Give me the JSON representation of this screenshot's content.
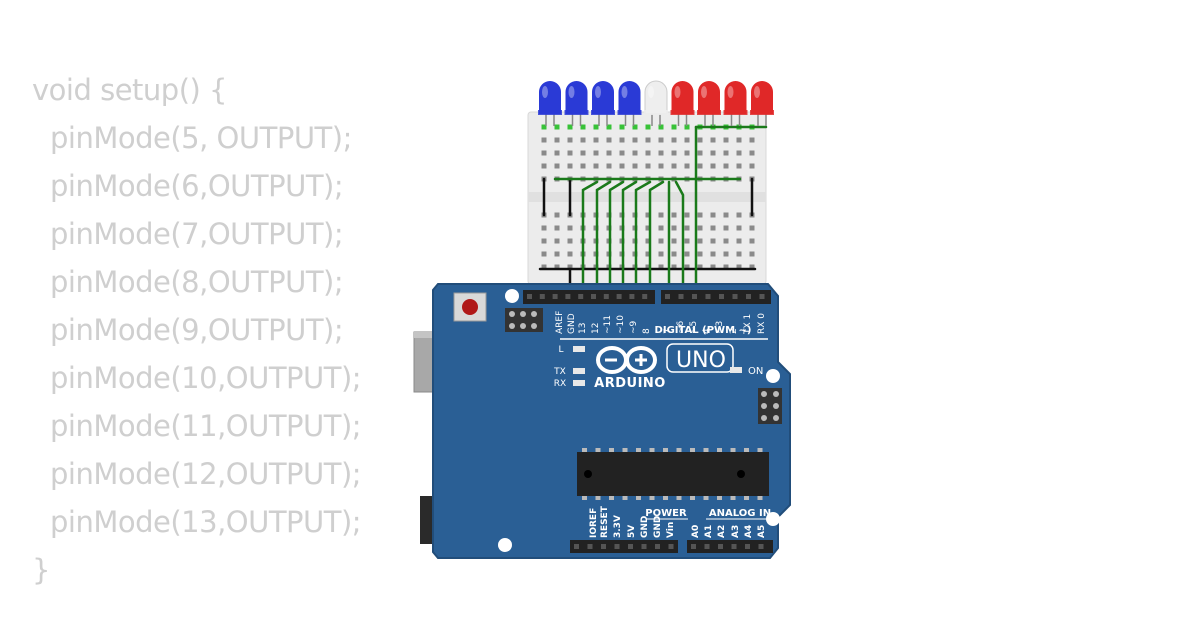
{
  "code": {
    "lines": [
      "void setup() {",
      "pinMode(5, OUTPUT);",
      "pinMode(6,OUTPUT);",
      "pinMode(7,OUTPUT);",
      "pinMode(8,OUTPUT);",
      "pinMode(9,OUTPUT);",
      "pinMode(10,OUTPUT);",
      "pinMode(11,OUTPUT);",
      "pinMode(12,OUTPUT);",
      "pinMode(13,OUTPUT);",
      "}"
    ]
  },
  "leds": {
    "colors": [
      "blue",
      "blue",
      "blue",
      "blue",
      "white",
      "red",
      "red",
      "red",
      "red"
    ]
  },
  "palette": {
    "blue": "#2a3ad6",
    "white": "#eeeeee",
    "red": "#e02828",
    "board": "#2a5f95",
    "wire": "#1a7a1a",
    "breadboard": "#ececec"
  },
  "board": {
    "logo": "ARDUINO",
    "model": "UNO",
    "digital_label": "DIGITAL (PWM ~)",
    "power_label": "POWER",
    "analog_label": "ANALOG IN",
    "on_label": "ON",
    "led_l": "L",
    "tx": "TX",
    "rx": "RX",
    "top_pins": [
      "AREF",
      "GND",
      "13",
      "12",
      "~11",
      "~10",
      "~9",
      "8",
      "7",
      "~6",
      "~5",
      "4",
      "~3",
      "2",
      "TX 1",
      "RX 0"
    ],
    "power_pins": [
      "IOREF",
      "RESET",
      "3.3V",
      "5V",
      "GND",
      "GND",
      "Vin"
    ],
    "analog_pins": [
      "A0",
      "A1",
      "A2",
      "A3",
      "A4",
      "A5"
    ]
  }
}
